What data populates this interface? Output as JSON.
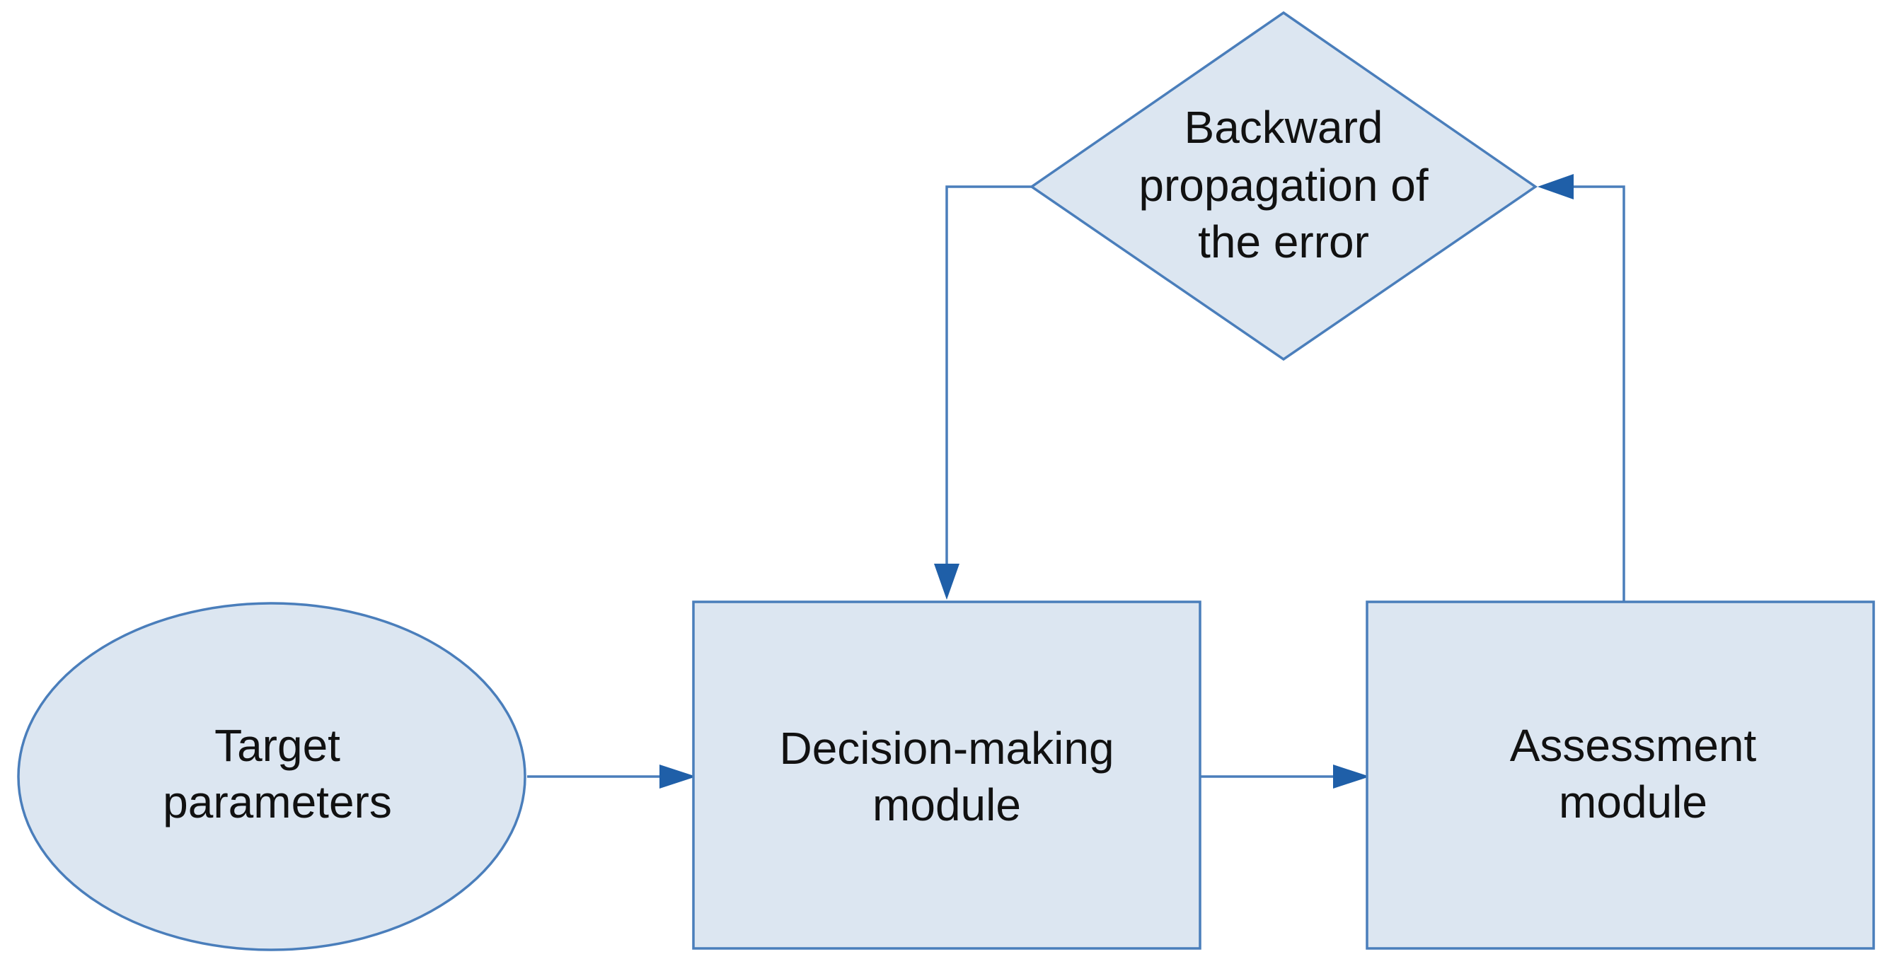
{
  "nodes": {
    "target": {
      "line1": "Target",
      "line2": "parameters"
    },
    "decision": {
      "line1": "Decision-making",
      "line2": "module"
    },
    "assessment": {
      "line1": "Assessment",
      "line2": "module"
    },
    "backprop": {
      "line1": "Backward",
      "line2": "propagation of",
      "line3": "the error"
    }
  },
  "colors": {
    "fill": "#dce6f1",
    "stroke": "#4a7ebb",
    "arrow": "#1f5fa8"
  }
}
